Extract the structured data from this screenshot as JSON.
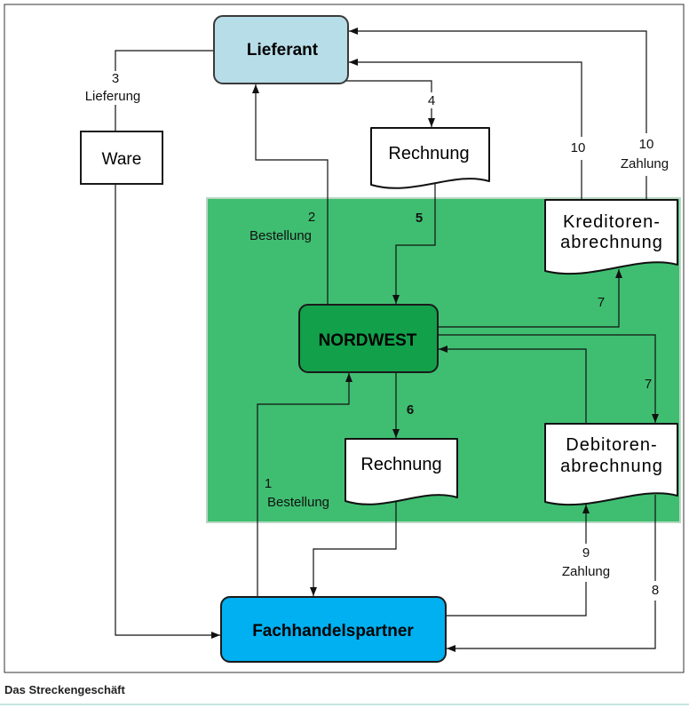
{
  "caption": "Das Streckengeschäft",
  "nodes": {
    "lieferant": "Lieferant",
    "ware": "Ware",
    "rechnung_lieferant": "Rechnung",
    "kreditorenabrechnung": [
      "Kreditoren-",
      "abrechnung"
    ],
    "nordwest": "NORDWEST",
    "rechnung_nordwest": "Rechnung",
    "debitorenabrechnung": [
      "Debitoren-",
      "abrechnung"
    ],
    "fachhandelspartner": "Fachhandelspartner"
  },
  "edges": {
    "bestellung_fachhandel": {
      "step": "1",
      "label": "Bestellung"
    },
    "bestellung_lieferant": {
      "step": "2",
      "label": "Bestellung"
    },
    "lieferung": {
      "step": "3",
      "label": "Lieferung"
    },
    "rechnung_lieferant": {
      "step": "4"
    },
    "rechnung_weiter": {
      "step": "5"
    },
    "rechnung_nordwest": {
      "step": "6"
    },
    "kreditoren": {
      "step": "7"
    },
    "debitoren": {
      "step": "7"
    },
    "rechnung_debitoren": {
      "step": "8"
    },
    "zahlung_fachhandel": {
      "step": "9",
      "label": "Zahlung"
    },
    "kreditoren_lieferant": {
      "step": "10"
    },
    "zahlung_lieferant": {
      "step": "10",
      "label": "Zahlung"
    }
  },
  "colors": {
    "green_area": "#3fbe71",
    "lieferant_fill": "#b7dde8",
    "nordwest_fill": "#12a04b",
    "fachhandelspartner_fill": "#00b0f0"
  }
}
